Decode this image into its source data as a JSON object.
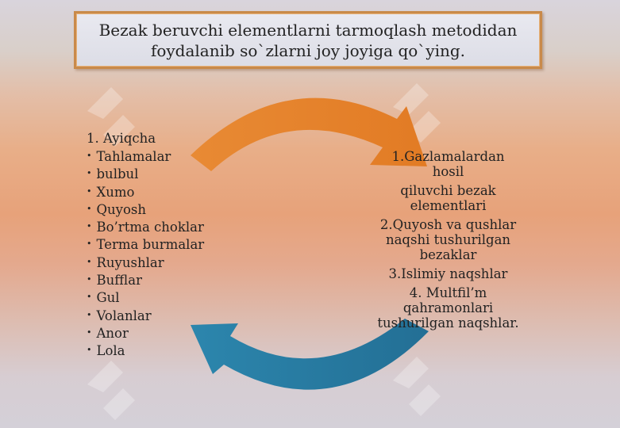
{
  "title": "Bezak  beruvchi elementlarni   tarmoqlash metodidan\nfoydalanib  so`zlarni joy joyiga qo`ying.",
  "left": {
    "heading": "1. Ayiqcha",
    "items": [
      "Tahlamalar",
      "bulbul",
      "Xumo",
      "Quyosh",
      "Bo’rtma choklar",
      "Terma burmalar",
      "Ruyushlar",
      "Bufflar",
      "Gul",
      "Volanlar",
      "Anor",
      "Lola"
    ]
  },
  "right": {
    "lines": [
      "1.Gazlamalardan\nhosil",
      "qiluvchi bezak\nelementlari",
      "2.Quyosh va qushlar\nnaqshi tushurilgan\nbezaklar",
      "3.Islimiy naqshlar",
      "4. Multfil’m\nqahramonlari\ntushurilgan naqshlar."
    ]
  },
  "colors": {
    "orange_arrow": "#e5852f",
    "blue_arrow": "#2a7fa6",
    "frame": "#c98a4a"
  },
  "icons": [
    "curved-arrow-orange-icon",
    "curved-arrow-blue-icon",
    "watermark-logo-icon"
  ]
}
